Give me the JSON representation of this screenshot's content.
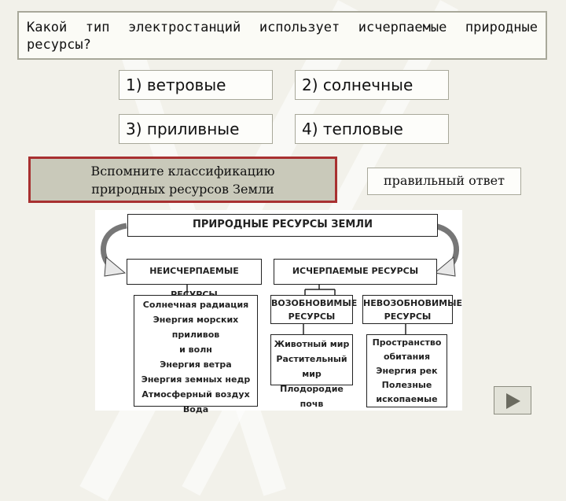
{
  "question": "Какой тип электростанций использует исчерпаемые природные ресурсы?",
  "answers": [
    {
      "label": "1) ветровые"
    },
    {
      "label": "2) солнечные"
    },
    {
      "label": "3) приливные"
    },
    {
      "label": "4) тепловые"
    }
  ],
  "hint": {
    "line1": "Вспомните классификацию",
    "line2": "природных ресурсов Земли",
    "border_color": "#a83030"
  },
  "correct_answer_button": "правильный ответ",
  "diagram": {
    "title": "ПРИРОДНЫЕ РЕСУРСЫ ЗЕМЛИ",
    "inexhaustible": {
      "heading": "НЕИСЧЕРПАЕМЫЕ РЕСУРСЫ",
      "items": [
        "Солнечная радиация",
        "Энергия морских приливов",
        "и волн",
        "Энергия ветра",
        "Энергия земных недр",
        "Атмосферный воздух",
        "Вода"
      ]
    },
    "exhaustible": {
      "heading": "ИСЧЕРПАЕМЫЕ РЕСУРСЫ",
      "renewable": {
        "heading1": "ВОЗОБНОВИМЫЕ",
        "heading2": "РЕСУРСЫ",
        "items": [
          "Животный мир",
          "Растительный мир",
          "Плодородие почв"
        ]
      },
      "nonrenewable": {
        "heading1": "НЕВОЗОБНОВИМЫЕ",
        "heading2": "РЕСУРСЫ",
        "items": [
          "Пространство",
          "обитания",
          "Энергия рек",
          "Полезные",
          "ископаемые"
        ]
      }
    }
  },
  "nav": {
    "icon": "play-triangle-icon"
  }
}
